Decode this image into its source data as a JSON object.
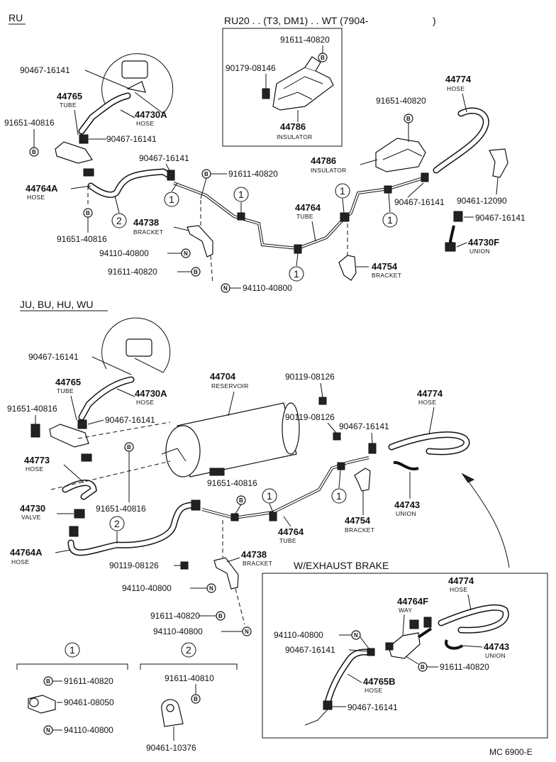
{
  "sections": {
    "ru": "RU",
    "ru20": "RU20 . . (T3, DM1) . . WT (7904-",
    "ju": "JU, BU, HU, WU",
    "exhaust": "W/EXHAUST BRAKE"
  },
  "footer_code": "MC 6900-E",
  "badges": {
    "bolt": "B",
    "nut": "N"
  },
  "circled": {
    "one": "1",
    "two": "2"
  },
  "parts": {
    "p90467_16141": "90467-16141",
    "p44765": "44765",
    "p44730A": "44730A",
    "p44764A": "44764A",
    "p44738": "44738",
    "p44764": "44764",
    "p44754": "44754",
    "p44786": "44786",
    "p44774": "44774",
    "p44730F": "44730F",
    "p44704": "44704",
    "p44773": "44773",
    "p44730": "44730",
    "p44743": "44743",
    "p44764F": "44764F",
    "p44765B": "44765B",
    "p91651_40816": "91651-40816",
    "p91611_40820": "91611-40820",
    "p91611_40810": "91611-40810",
    "p91651_40820": "91651-40820",
    "p94110_40800": "94110-40800",
    "p90179_08146": "90179-08146",
    "p90461_12090": "90461-12090",
    "p90119_08126": "90119-08126",
    "p90461_08050": "90461-08050",
    "p90461_10376": "90461-10376"
  },
  "names": {
    "tube": "TUBE",
    "hose": "HOSE",
    "bracket": "BRACKET",
    "insulator": "INSULATOR",
    "union": "UNION",
    "reservoir": "RESERVOIR",
    "valve": "VALVE",
    "way": "WAY"
  }
}
